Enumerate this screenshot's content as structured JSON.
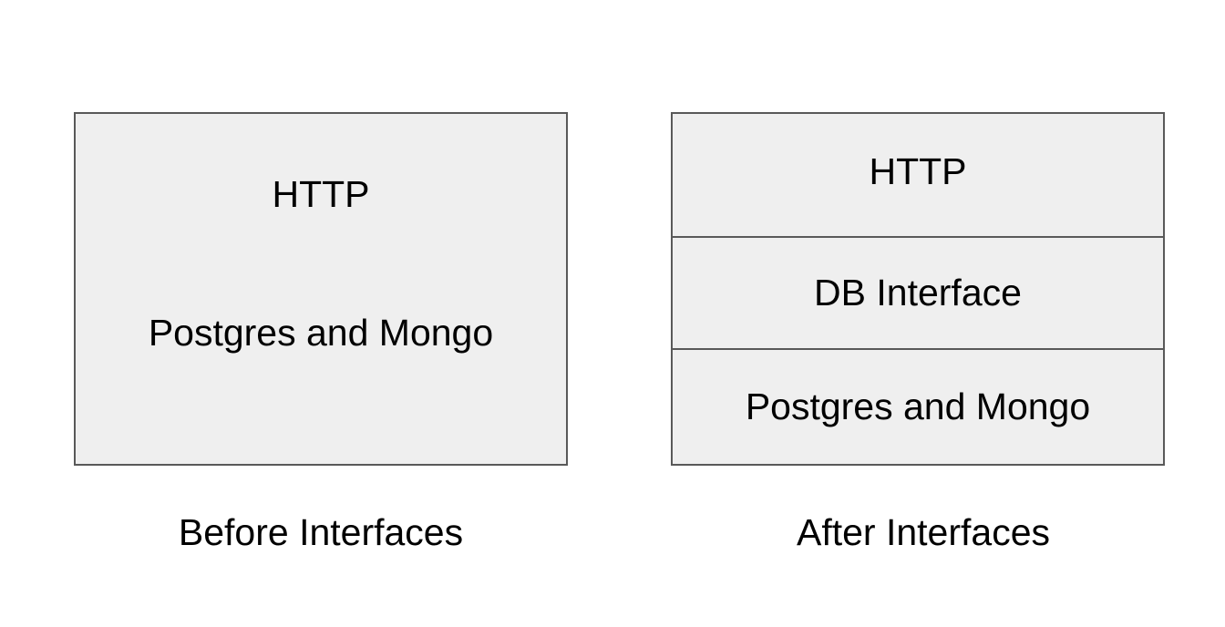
{
  "before": {
    "caption": "Before Interfaces",
    "layers": [
      "HTTP",
      "Postgres and Mongo"
    ]
  },
  "after": {
    "caption": "After Interfaces",
    "layers": [
      "HTTP",
      "DB Interface",
      "Postgres and Mongo"
    ]
  },
  "colors": {
    "box_fill": "#efefef",
    "box_border": "#595959",
    "text": "#000000",
    "background": "#ffffff"
  }
}
